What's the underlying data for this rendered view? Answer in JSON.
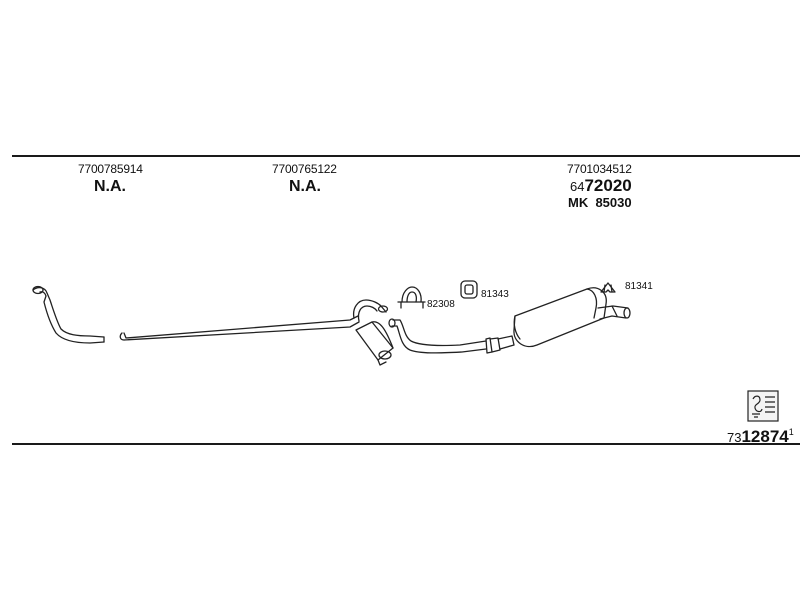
{
  "parts": [
    {
      "number": "7700785914",
      "status": "N.A."
    },
    {
      "number": "7700765122",
      "status": "N.A."
    },
    {
      "number": "7701034512",
      "code_prefix": "64",
      "code_main": "72020",
      "mk_label": "MK",
      "mk_code": "85030"
    }
  ],
  "callouts": {
    "clamp": "82308",
    "hanger_mid": "81343",
    "hanger_rear": "81341"
  },
  "footer": {
    "prefix": "73",
    "main": "12874",
    "suffix": "1"
  },
  "icons": [
    "exhaust-system-diagram",
    "document-catalog-icon"
  ]
}
